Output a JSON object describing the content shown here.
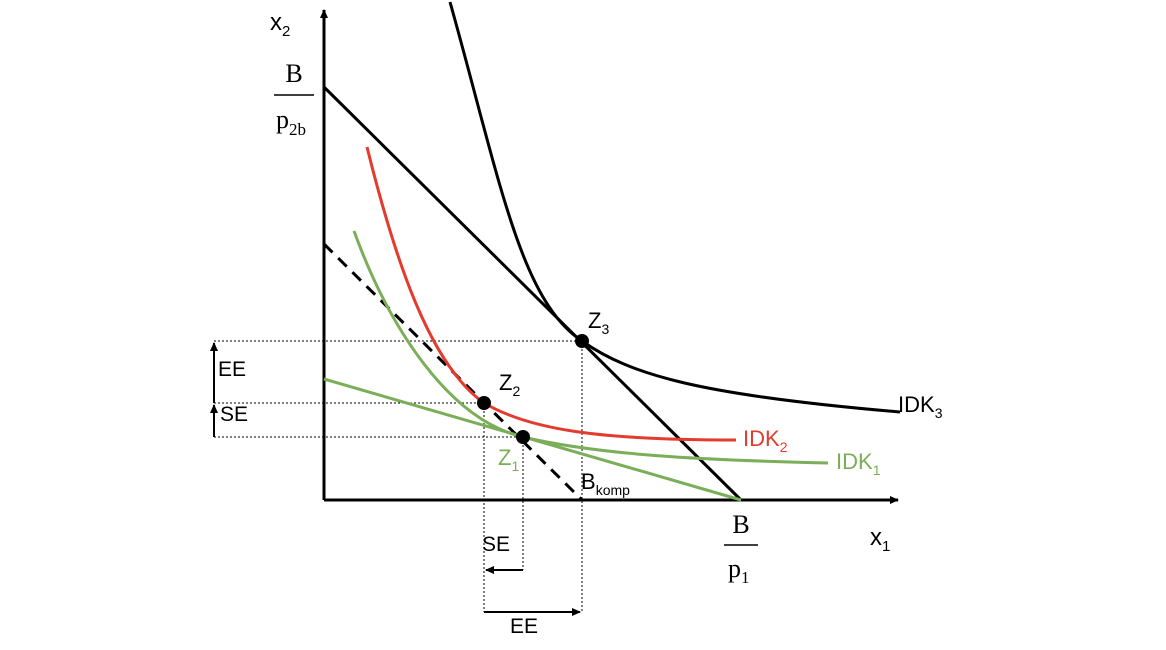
{
  "axes": {
    "x_label": "x",
    "x_sub": "1",
    "y_label": "x",
    "y_sub": "2"
  },
  "intercepts": {
    "y_num": "B",
    "y_den": "p",
    "y_den_sub": "2b",
    "x_num": "B",
    "x_den": "p",
    "x_den_sub": "1"
  },
  "points": {
    "z3": "Z",
    "z3_sub": "3",
    "z2": "Z",
    "z2_sub": "2",
    "z1": "Z",
    "z1_sub": "1"
  },
  "curves": {
    "idk3": "IDK",
    "idk3_sub": "3",
    "idk2": "IDK",
    "idk2_sub": "2",
    "idk1": "IDK",
    "idk1_sub": "1",
    "bkomp": "B",
    "bkomp_sub": "komp"
  },
  "effects": {
    "ee_vertical": "EE",
    "se_vertical": "SE",
    "se_horizontal": "SE",
    "ee_horizontal": "EE"
  },
  "colors": {
    "black": "#000000",
    "red": "#e33b2e",
    "green": "#7aae58"
  }
}
